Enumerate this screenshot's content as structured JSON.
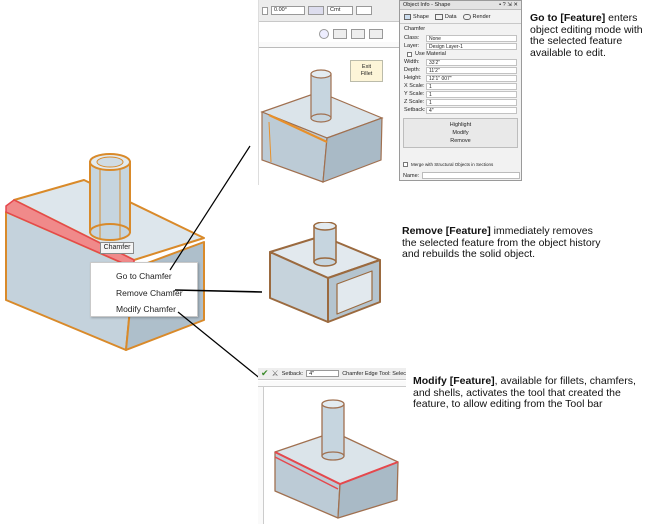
{
  "top_toolbar": {
    "angle_value": "0.00°",
    "class_dropdown": "Crnt",
    "exit_button": "Exit\nFillet"
  },
  "object_info": {
    "title": "Object Info - Shape",
    "tabs": [
      "Shape",
      "Data",
      "Render"
    ],
    "section": "Chamfer",
    "fields": [
      {
        "label": "Class:",
        "value": "None"
      },
      {
        "label": "Layer:",
        "value": "Design Layer-1"
      },
      {
        "label": "Width:",
        "value": "33'2\""
      },
      {
        "label": "Depth:",
        "value": "11'2\""
      },
      {
        "label": "Height:",
        "value": "12'1\" 007\""
      },
      {
        "label": "X Scale:",
        "value": "1"
      },
      {
        "label": "Y Scale:",
        "value": "1"
      },
      {
        "label": "Z Scale:",
        "value": "1"
      },
      {
        "label": "Setback:",
        "value": "4\""
      }
    ],
    "use_material": "Use Material",
    "buttons": [
      "Highlight",
      "Modify",
      "Remove"
    ],
    "merge_checkbox": "Merge with Structural Objects in Sections",
    "name_label": "Name:"
  },
  "context_menu": {
    "tooltip": "Chamfer",
    "items": [
      "Go to Chamfer",
      "Remove Chamfer",
      "Modify Chamfer"
    ]
  },
  "tool_bar": {
    "setback_label": "Setback:",
    "setback_value": "4\"",
    "mode_label": "Chamfer Edge Tool: Selec"
  },
  "descriptions": [
    {
      "bold": "Go to [Feature]",
      "text": " enters object editing mode with the selected feature available to edit."
    },
    {
      "bold": "Remove [Feature]",
      "text": " immediately removes the selected feature from the object history and rebuilds the solid object."
    },
    {
      "bold": "Modify [Feature]",
      "text": ", available for fillets, chamfers, and shells, activates the tool that created the feature, to allow editing from the Tool bar"
    }
  ],
  "colors": {
    "solid_face": "#c9d8e2",
    "edge_highlight": "#e8902a",
    "chamfer_red": "#e5484d",
    "palette_bg": "#f2f2f2"
  }
}
